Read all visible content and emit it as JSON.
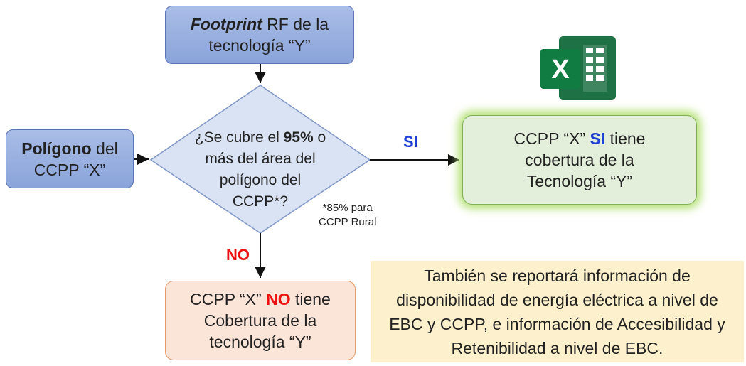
{
  "footprint": {
    "italic": "Footprint",
    "rest1": " RF de la",
    "line2": "tecnología “Y”"
  },
  "poligono": {
    "bold": "Polígono",
    "rest1": " del",
    "line2": "CCPP “X”"
  },
  "decision": {
    "pre": "¿Se cubre el ",
    "bold": "95%",
    "post": " o",
    "line2": "más del área del",
    "line3": "polígono del",
    "line4": "CCPP*?"
  },
  "footnote": {
    "line1": "*85% para",
    "line2": "CCPP Rural"
  },
  "branch_yes": {
    "label": "SI"
  },
  "branch_no": {
    "label": "NO"
  },
  "result_yes": {
    "pre": "CCPP “X” ",
    "kw": "SI",
    "post": " tiene",
    "line2": "cobertura de la",
    "line3": "Tecnología “Y”"
  },
  "result_no": {
    "pre": "CCPP “X” ",
    "kw": "NO",
    "post": " tiene",
    "line2": "Cobertura de la",
    "line3": "tecnología “Y”"
  },
  "note": {
    "line1": "También se reportará información de",
    "line2": "disponibilidad de energía eléctrica a nivel de",
    "line3": "EBC y CCPP, e información de Accesibilidad y",
    "line4": "Retenibilidad  a nivel de EBC."
  },
  "icon": "excel-icon",
  "colors": {
    "blue_box": "#8faadc",
    "green_box": "#e2f0d9",
    "orange_box": "#fbe5d6",
    "note_box": "#fff2cc",
    "diamond": "#dae3f3",
    "yes": "#1f3fd6",
    "no": "#ee1111"
  }
}
